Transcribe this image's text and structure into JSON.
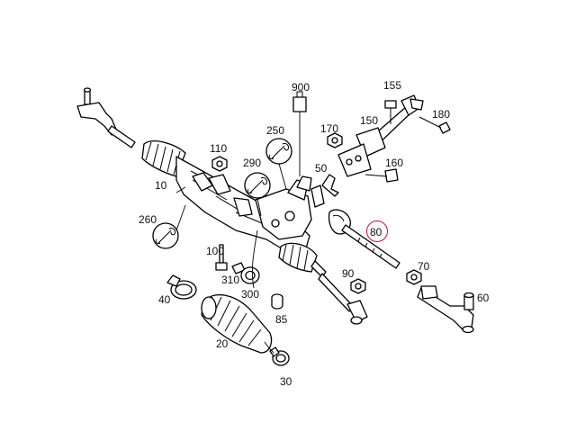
{
  "colors": {
    "highlight": "#c8102e",
    "line": "#000000",
    "background": "#ffffff"
  },
  "icons": [
    "wrench-icon",
    "document-icon"
  ],
  "callouts": {
    "p900": "900",
    "p155": "155",
    "p180": "180",
    "p150": "150",
    "p170": "170",
    "p250": "250",
    "p110": "110",
    "p160": "160",
    "p50": "50",
    "p290": "290",
    "p10": "10",
    "p260": "260",
    "p80": "80",
    "p100": "100",
    "p70": "70",
    "p310": "310",
    "p90": "90",
    "p300": "300",
    "p60": "60",
    "p40": "40",
    "p85": "85",
    "p20": "20",
    "p30": "30"
  },
  "highlighted_part": "80"
}
